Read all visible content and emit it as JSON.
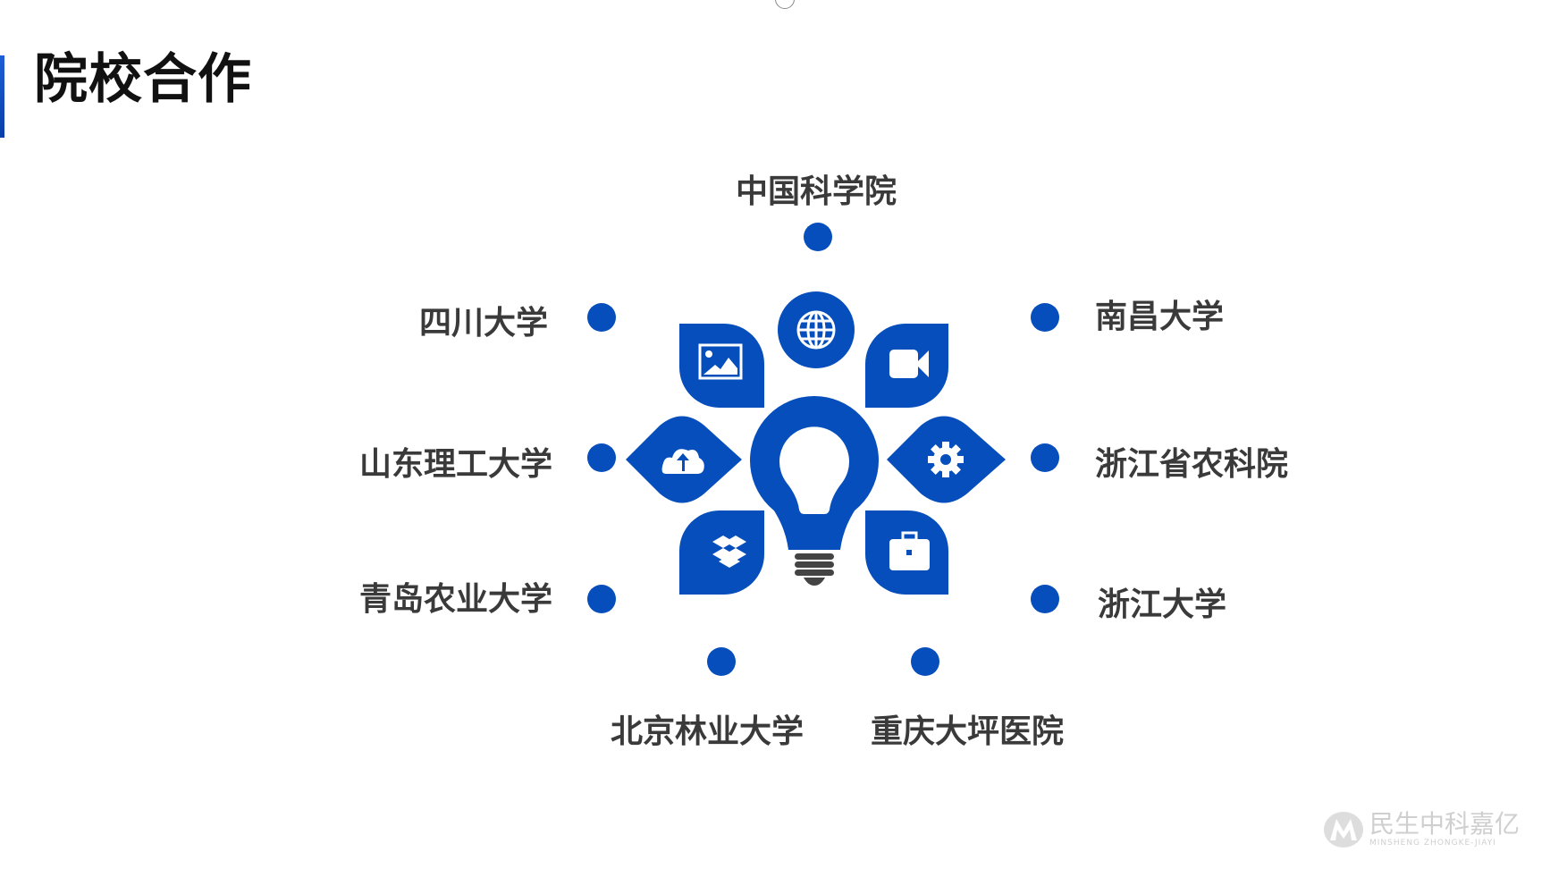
{
  "title": "院校合作",
  "colors": {
    "accent": "#064ebc",
    "text": "#3a3a3a",
    "bulb_base": "#444444"
  },
  "institutions": {
    "top": "中国科学院",
    "left_1": "四川大学",
    "left_2": "山东理工大学",
    "left_3": "青岛农业大学",
    "bottom_left": "北京林业大学",
    "bottom_right": "重庆大坪医院",
    "right_1": "南昌大学",
    "right_2": "浙江省农科院",
    "right_3": "浙江大学"
  },
  "icons": [
    "globe-icon",
    "image-icon",
    "video-icon",
    "cloud-upload-icon",
    "gear-icon",
    "dropbox-icon",
    "briefcase-icon",
    "lightbulb-icon"
  ],
  "logo": {
    "cn": "民生中科嘉亿",
    "en": "MINSHENG ZHONGKE-JIAYI"
  }
}
